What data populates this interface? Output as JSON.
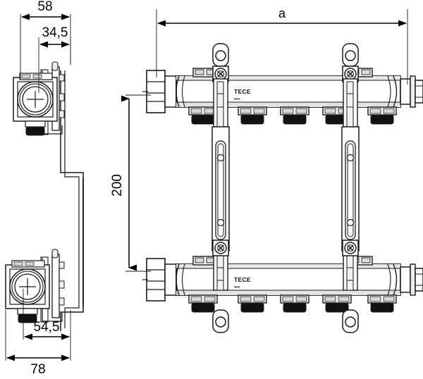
{
  "drawing": {
    "title": "TECE manifold technical drawing",
    "background_color": "#ffffff",
    "line_color": "#1a1a1a",
    "fill_light": "#f2f2f2",
    "fill_mid": "#d8d8d8",
    "fill_dark": "#111111"
  },
  "dimensions": {
    "overall_width_label": "a",
    "side_top_width": "58",
    "side_top_inner": "34,5",
    "vertical_spacing": "200",
    "side_bottom_inner": "54,5",
    "side_bottom_width": "78"
  },
  "brand": {
    "logo_text": "TECE",
    "logo_subtext": "▬▬"
  },
  "views": {
    "side_top": "side-view-top",
    "side_bottom": "side-view-bottom",
    "front_top_manifold": "manifold-top",
    "front_bottom_manifold": "manifold-bottom"
  },
  "manifold": {
    "outlet_count": 5,
    "bracket_count": 2,
    "top_fitting_count": 2
  }
}
